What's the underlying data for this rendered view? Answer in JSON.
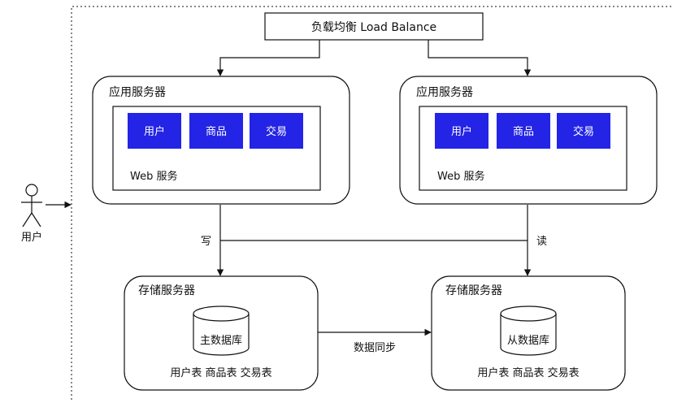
{
  "load_balancer": {
    "label": "负载均衡 Load Balance"
  },
  "app_servers": [
    {
      "title": "应用服务器",
      "modules": [
        "用户",
        "商品",
        "交易"
      ],
      "web_label": "Web 服务"
    },
    {
      "title": "应用服务器",
      "modules": [
        "用户",
        "商品",
        "交易"
      ],
      "web_label": "Web 服务"
    }
  ],
  "actor": {
    "label": "用户"
  },
  "edges": {
    "write": "写",
    "read": "读",
    "sync": "数据同步"
  },
  "storage_servers": [
    {
      "title": "存储服务器",
      "db_label": "主数据库",
      "tables": "用户表 商品表 交易表"
    },
    {
      "title": "存储服务器",
      "db_label": "从数据库",
      "tables": "用户表 商品表 交易表"
    }
  ],
  "colors": {
    "module_fill": "#2424e6",
    "module_text": "#ffffff",
    "stroke": "#111111"
  }
}
